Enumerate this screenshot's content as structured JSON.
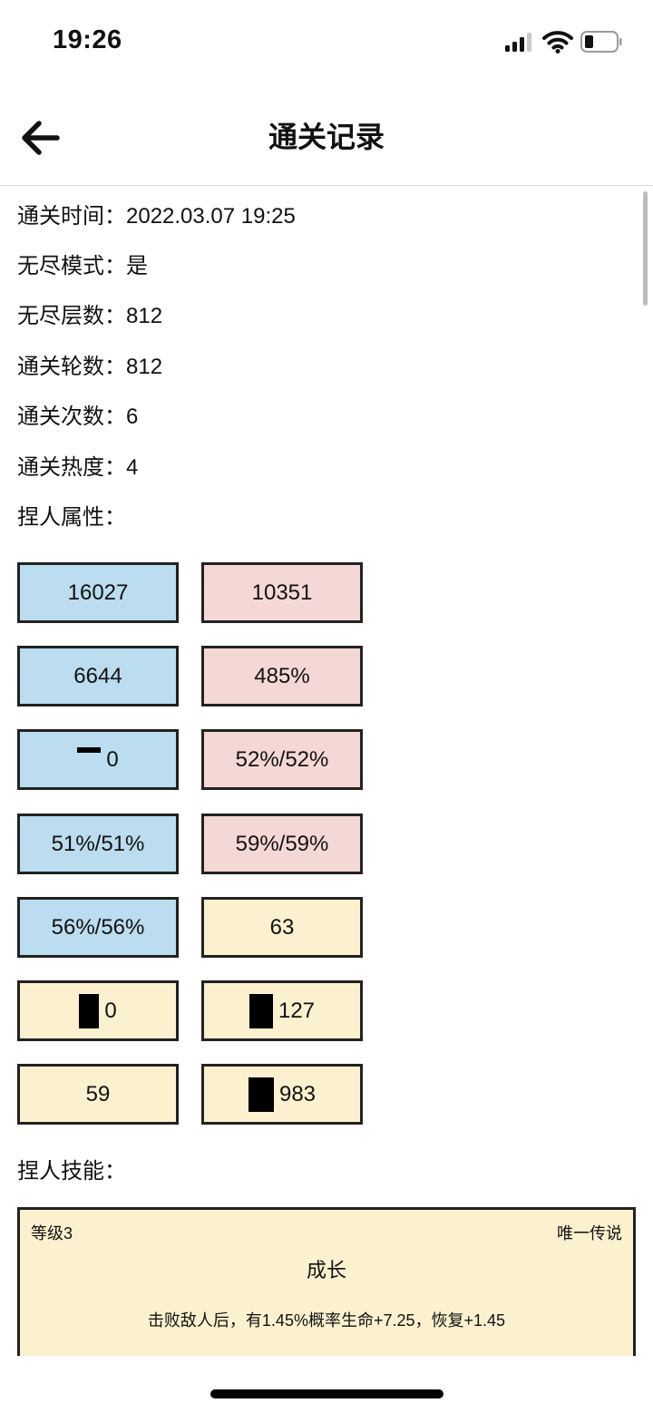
{
  "status_bar": {
    "time": "19:26"
  },
  "nav": {
    "title": "通关记录"
  },
  "info": [
    {
      "label": "通关时间：",
      "value": "2022.03.07 19:25"
    },
    {
      "label": "无尽模式：",
      "value": "是"
    },
    {
      "label": "无尽层数：",
      "value": "812"
    },
    {
      "label": "通关轮数：",
      "value": "812"
    },
    {
      "label": "通关次数：",
      "value": "6"
    },
    {
      "label": "通关热度：",
      "value": "4"
    }
  ],
  "attributes_label": "捏人属性：",
  "attributes": [
    {
      "value": "16027",
      "color": "blue"
    },
    {
      "value": "10351",
      "color": "pink"
    },
    {
      "value": "6644",
      "color": "blue"
    },
    {
      "value": "485%",
      "color": "pink"
    },
    {
      "value": "0",
      "color": "blue"
    },
    {
      "value": "52%/52%",
      "color": "pink"
    },
    {
      "value": "51%/51%",
      "color": "blue"
    },
    {
      "value": "59%/59%",
      "color": "pink"
    },
    {
      "value": "56%/56%",
      "color": "blue"
    },
    {
      "value": "63",
      "color": "yellow"
    },
    {
      "value": "0",
      "color": "yellow"
    },
    {
      "value": "127",
      "color": "yellow"
    },
    {
      "value": "59",
      "color": "yellow"
    },
    {
      "value": "983",
      "color": "yellow"
    }
  ],
  "skills_label": "捏人技能：",
  "skill": {
    "level": "等级3",
    "rarity": "唯一传说",
    "name": "成长",
    "description": "击败敌人后，有1.45%概率生命+7.25，恢复+1.45"
  },
  "colors": {
    "blue": "#bcdcef",
    "pink": "#f4d8d5",
    "yellow": "#fcf1cf",
    "border": "#222222"
  }
}
